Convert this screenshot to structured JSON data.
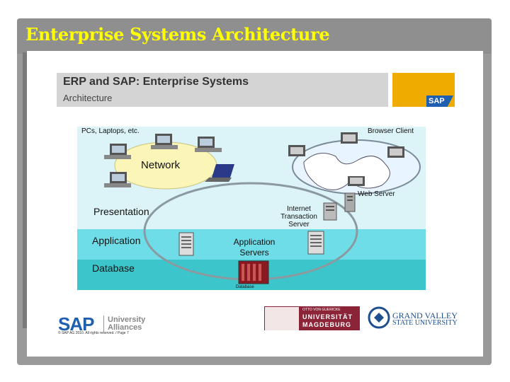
{
  "slide": {
    "title": "Enterprise Systems Architecture"
  },
  "header": {
    "title": "ERP and SAP:  Enterprise Systems",
    "subtitle": "Architecture",
    "logo_text": "SAP"
  },
  "diagram": {
    "labels": {
      "pcs": "PCs, Laptops, etc.",
      "network": "Network",
      "browser_client": "Browser Client",
      "web_server": "Web Server",
      "presentation": "Presentation",
      "its_line1": "Internet",
      "its_line2": "Transaction",
      "its_line3": "Server",
      "application": "Application",
      "app_servers_line1": "Application",
      "app_servers_line2": "Servers",
      "database": "Database",
      "database_server": "Database"
    },
    "colors": {
      "presentation_band": "#dcf4f7",
      "application_band": "#6fdde8",
      "database_band": "#3cc6cc",
      "network_cloud": "#fbf5b8"
    }
  },
  "footer": {
    "sap_word": "SAP",
    "ua_line1": "University",
    "ua_line2": "Alliances",
    "copyright": "© SAP AG 2010. All rights reserved. / Page 7",
    "magdeburg_line1": "OTTO VON GUERICKE",
    "magdeburg_line2": "UNIVERSITÄT",
    "magdeburg_line3": "MAGDEBURG",
    "gv_line1": "GRAND VALLEY",
    "gv_line2": "STATE UNIVERSITY"
  }
}
